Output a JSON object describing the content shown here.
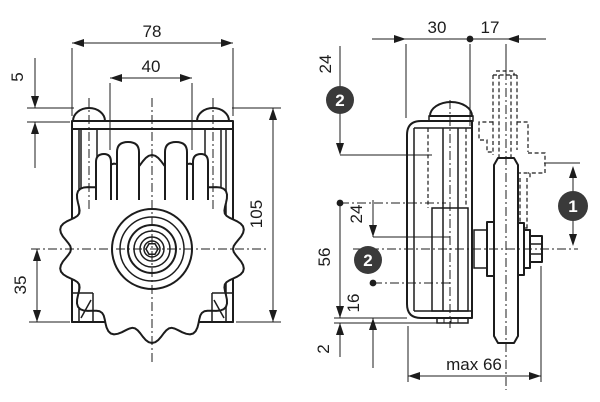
{
  "colors": {
    "line": "#1c1c1c",
    "badge_fill": "#3a3a3a",
    "badge_text": "#ffffff",
    "background": "#ffffff"
  },
  "front_view": {
    "dims": {
      "overall_width": "78",
      "bolt_spacing": "40",
      "head_height": "5",
      "overall_height": "105",
      "center_to_base": "35"
    }
  },
  "side_view": {
    "dims": {
      "bracket_depth": "30",
      "stud_offset": "17",
      "upper_slot": "24",
      "center_height": "56",
      "lower_slot": "24",
      "lower_hole": "16",
      "base_plate": "2",
      "max_width": "max 66"
    },
    "callouts": {
      "item_1": "1",
      "item_2": "2"
    }
  }
}
